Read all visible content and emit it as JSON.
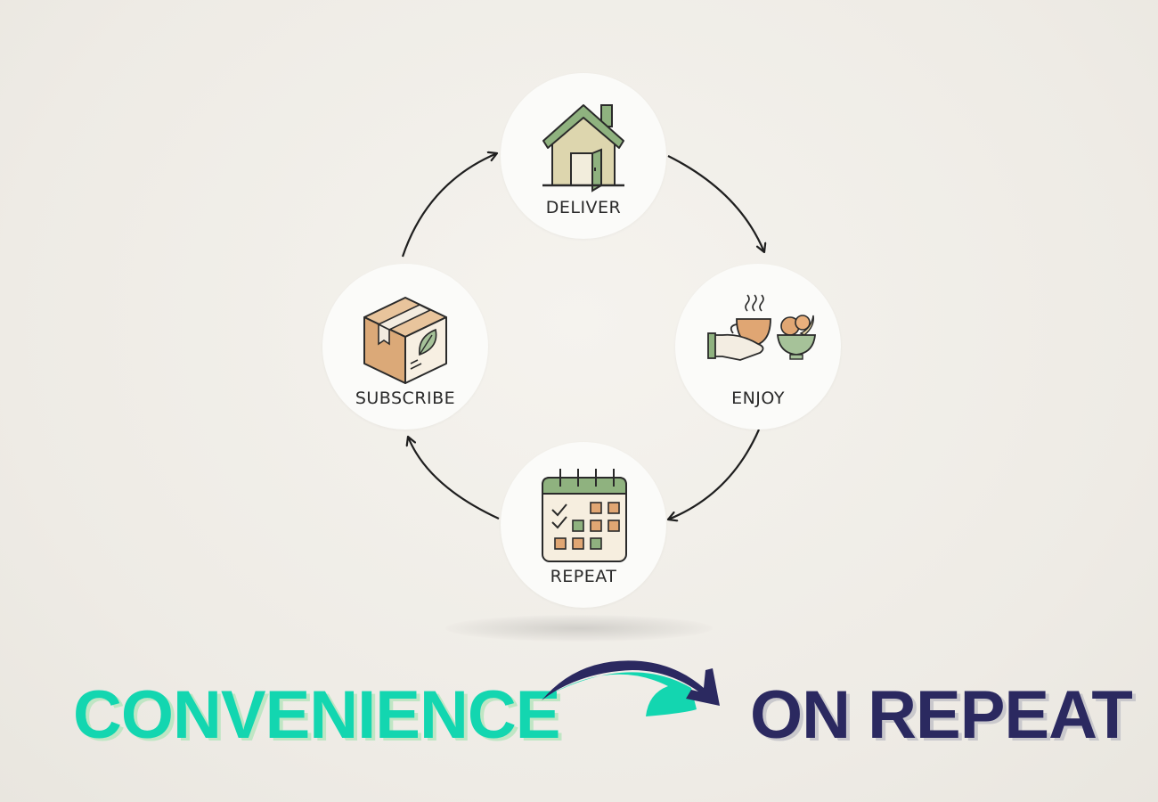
{
  "diagram": {
    "type": "cycle",
    "nodes": [
      {
        "id": "deliver",
        "label": "DELIVER",
        "icon": "house-icon"
      },
      {
        "id": "enjoy",
        "label": "ENJOY",
        "icon": "hand-cup-fruit-bowl-icon"
      },
      {
        "id": "repeat",
        "label": "REPEAT",
        "icon": "calendar-icon"
      },
      {
        "id": "subscribe",
        "label": "SUBSCRIBE",
        "icon": "box-leaf-icon"
      }
    ],
    "edges": [
      {
        "from": "subscribe",
        "to": "deliver"
      },
      {
        "from": "deliver",
        "to": "enjoy"
      },
      {
        "from": "enjoy",
        "to": "repeat"
      },
      {
        "from": "repeat",
        "to": "subscribe"
      }
    ]
  },
  "tagline": {
    "left": "CONVENIENCE",
    "right": "ON REPEAT",
    "connector_icon": "curved-arrow-icon"
  },
  "colors": {
    "background": "#efece6",
    "node_fill": "#fbfbf9",
    "icon_green": "#8fb27f",
    "icon_beige": "#ddd6ae",
    "icon_orange": "#e0a673",
    "tagline_left": "#13d6b0",
    "tagline_right": "#2b2960"
  }
}
